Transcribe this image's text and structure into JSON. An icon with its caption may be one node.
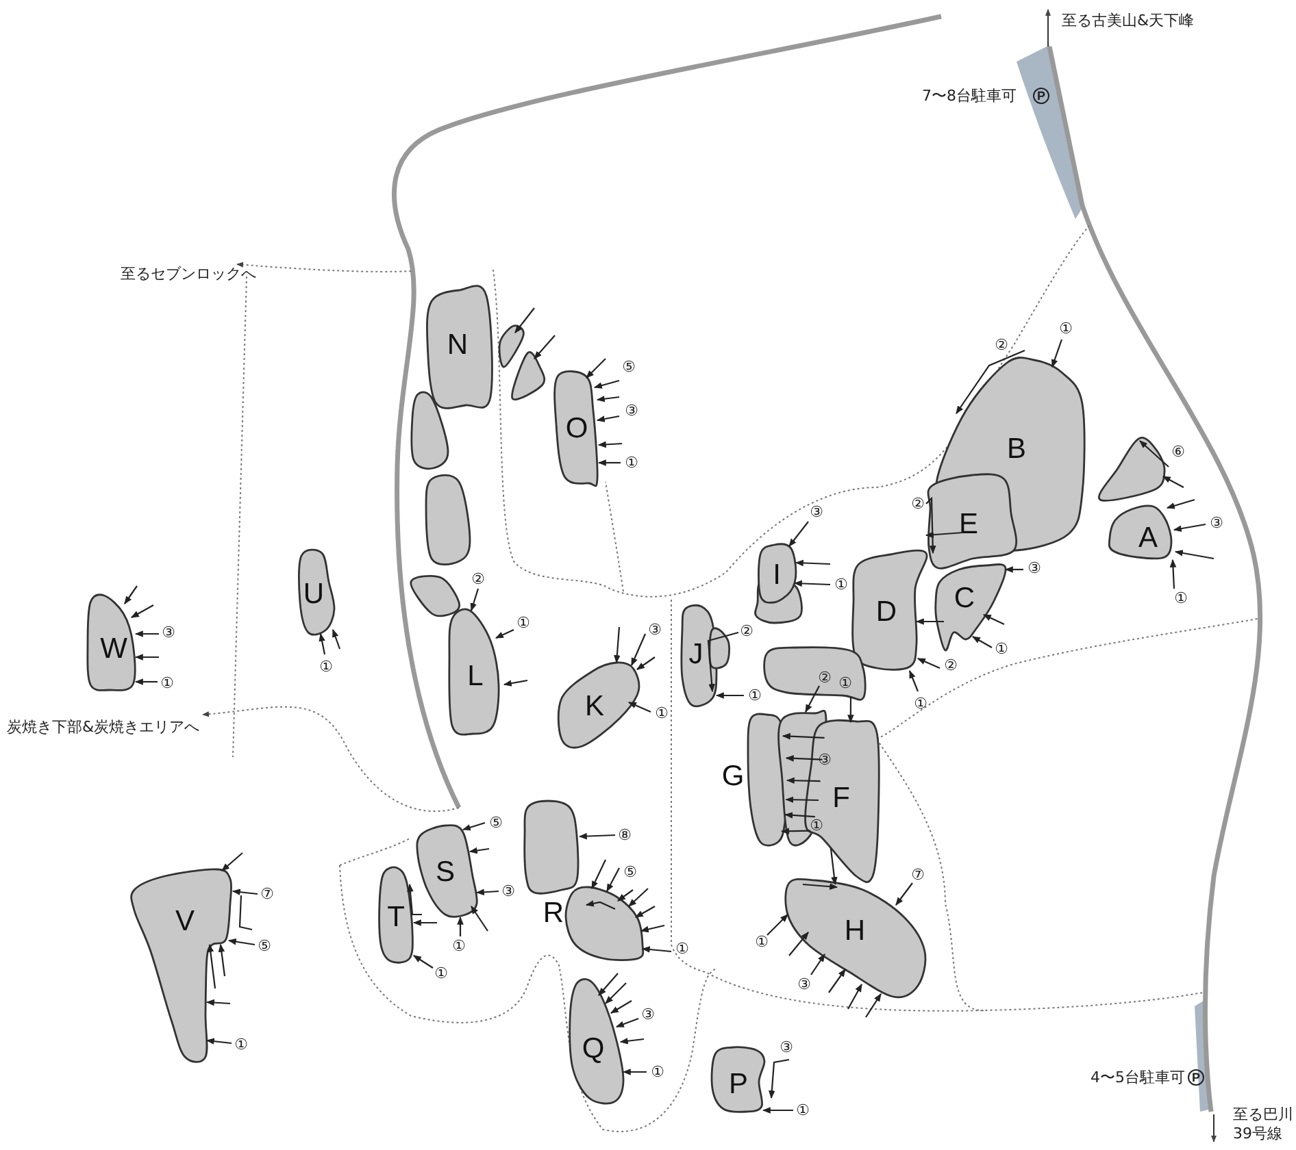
{
  "diagram": {
    "nodes": [
      {
        "text": [
          "N"
        ]
      },
      {
        "text": [],
        "shape": "rock"
      },
      {
        "text": [],
        "shape": "rock"
      },
      {
        "text": [
          "O"
        ]
      },
      {
        "text": [],
        "shape": "rock"
      },
      {
        "text": [],
        "shape": "rock"
      },
      {
        "text": [
          "U"
        ]
      },
      {
        "text": [
          "B"
        ]
      },
      {
        "text": [],
        "shape": "rock"
      },
      {
        "text": [],
        "shape": "rock"
      },
      {
        "text": [
          "L"
        ]
      },
      {
        "text": [
          "E"
        ]
      },
      {
        "text": [
          "A"
        ]
      },
      {
        "text": [],
        "shape": "rock"
      },
      {
        "text": [
          "I"
        ]
      },
      {
        "text": [
          "C"
        ]
      },
      {
        "text": [
          "D"
        ]
      },
      {
        "text": [
          "W"
        ]
      },
      {
        "text": [
          "J"
        ]
      },
      {
        "text": [],
        "shape": "rock"
      },
      {
        "text": [
          "K"
        ]
      },
      {
        "text": [],
        "shape": "rock"
      },
      {
        "text": [
          "G"
        ]
      },
      {
        "text": [],
        "shape": "rock"
      },
      {
        "text": [
          "F"
        ]
      },
      {
        "text": [],
        "shape": "rock"
      },
      {
        "text": [
          "S"
        ]
      },
      {
        "text": [
          "H"
        ]
      },
      {
        "text": [
          "T"
        ]
      },
      {
        "text": [
          "V"
        ]
      },
      {
        "text": [
          "R"
        ]
      },
      {
        "text": [
          "Q"
        ]
      },
      {
        "text": [
          "P"
        ]
      }
    ],
    "edges": [
      {
        "from": 21,
        "to": 24,
        "arrow": "to"
      },
      {
        "from": 23,
        "to": 22,
        "arrow": "to"
      },
      {
        "from": 23,
        "to": 22,
        "arrow": "to"
      },
      {
        "from": 23,
        "to": 22,
        "arrow": "to"
      },
      {
        "from": 23,
        "to": 22,
        "arrow": "to"
      },
      {
        "from": 23,
        "to": 22,
        "arrow": "to"
      },
      {
        "from": 23,
        "to": 22,
        "arrow": "to"
      },
      {
        "from": 24,
        "to": 27,
        "arrow": "to"
      }
    ],
    "labels": [
      "至る古美山&天下峰",
      "7〜8台駐車可",
      "P",
      "至るセブンロックへ",
      "⑤",
      "③",
      "①",
      "②",
      "①",
      "⑥",
      "②",
      "①",
      "②",
      "③",
      "①",
      "③",
      "①",
      "③",
      "①",
      "①",
      "②",
      "①",
      "③",
      "①",
      "②",
      "①",
      "③",
      "①",
      "②",
      "①",
      "③",
      "①",
      "⑧",
      "⑤",
      "③",
      "①",
      "⑦",
      "①",
      "③",
      "⑦",
      "⑤",
      "①",
      "①",
      "⑤",
      "①",
      "③",
      "①",
      "③",
      "①",
      "炭焼き下部&炭焼きエリアへ",
      "4〜5台駐車可",
      "P",
      "至る巴川 39号線"
    ]
  }
}
